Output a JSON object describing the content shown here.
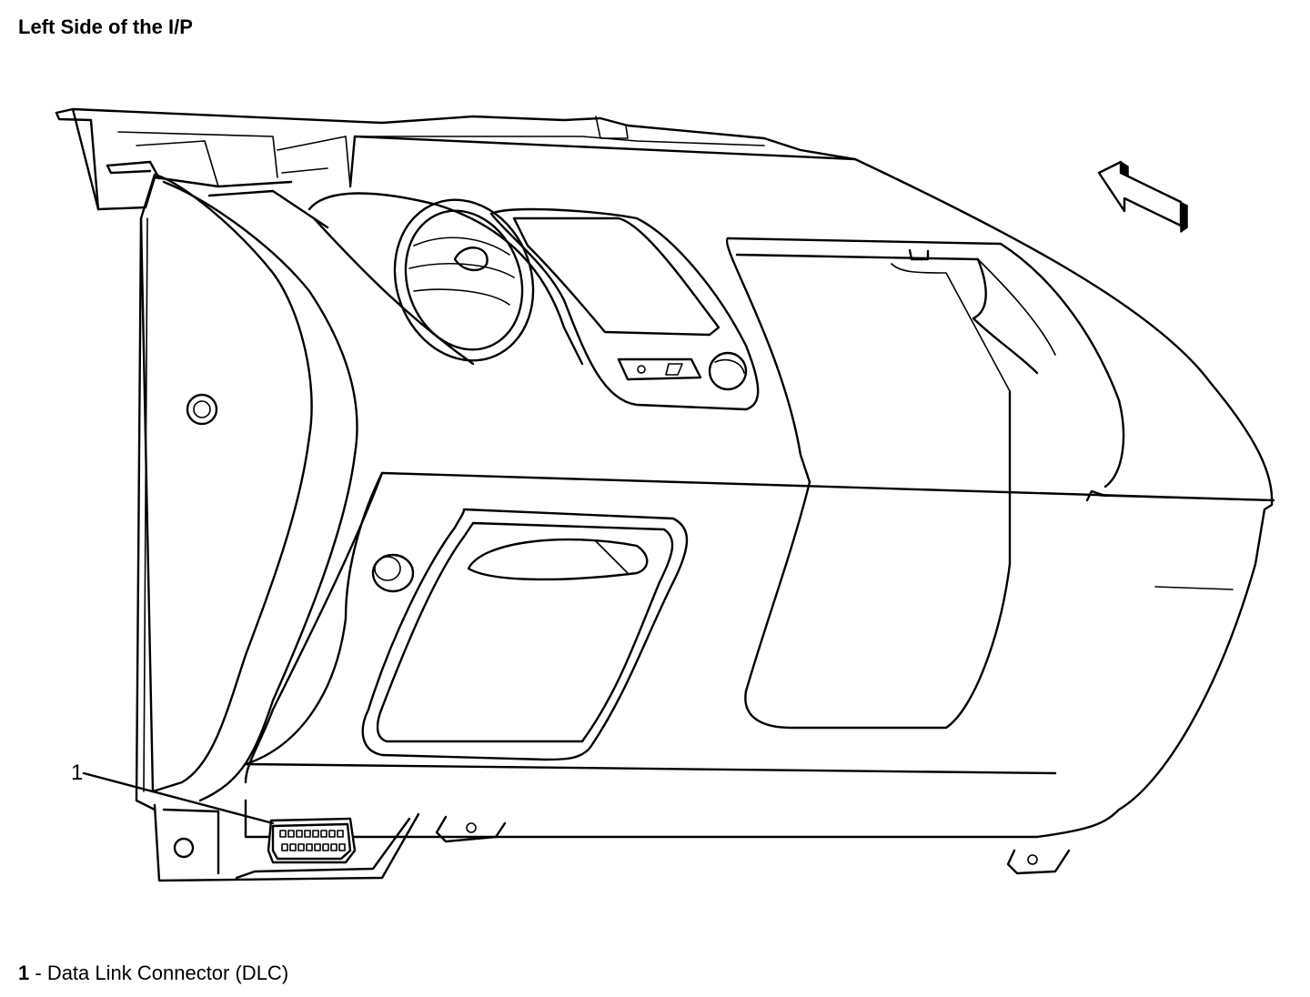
{
  "title": "Left Side of the I/P",
  "callout": {
    "number": "1"
  },
  "legend": [
    {
      "number": "1",
      "separator": " - ",
      "label": "Data Link Connector (DLC)"
    }
  ],
  "icons": {
    "direction_arrow": "forward-arrow-icon"
  },
  "colors": {
    "line": "#000000",
    "background": "#ffffff"
  }
}
